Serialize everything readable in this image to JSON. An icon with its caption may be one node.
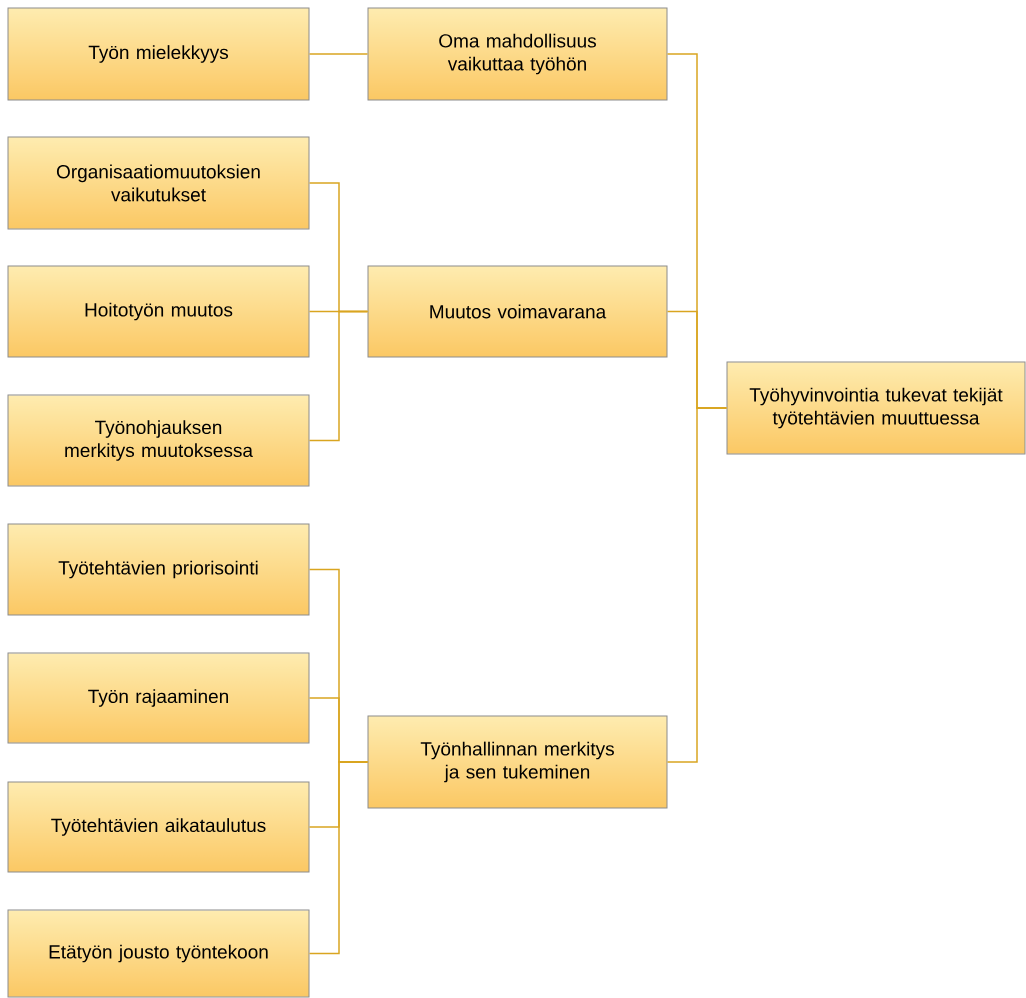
{
  "diagram": {
    "nodes": [
      {
        "text": [
          "Työn mielekkyys"
        ]
      },
      {
        "text": [
          "Organisaatiomuutoksien vaikutukset"
        ]
      },
      {
        "text": [
          "Hoitotyön muutos"
        ]
      },
      {
        "text": [
          "Työnohjauksen merkitys muutoksessa"
        ]
      },
      {
        "text": [
          "Työtehtävien priorisointi"
        ]
      },
      {
        "text": [
          "Työn rajaaminen"
        ]
      },
      {
        "text": [
          "Työtehtävien aikataulutus"
        ]
      },
      {
        "text": [
          "Etätyön jousto työntekoon"
        ]
      },
      {
        "text": [
          "Oma mahdollisuus vaikuttaa työhön"
        ]
      },
      {
        "text": [
          "Muutos voimavarana"
        ]
      },
      {
        "text": [
          "Työnhallinnan merkitys ja sen tukeminen"
        ]
      },
      {
        "text": [
          "Työhyvinvointia tukevat tekijät työtehtävien muuttuessa"
        ]
      }
    ],
    "edges": [
      {
        "from": 0,
        "to": 8,
        "arrow": "none"
      },
      {
        "from": 1,
        "to": 9,
        "arrow": "none"
      },
      {
        "from": 2,
        "to": 9,
        "arrow": "none"
      },
      {
        "from": 3,
        "to": 9,
        "arrow": "none"
      },
      {
        "from": 4,
        "to": 10,
        "arrow": "none"
      },
      {
        "from": 5,
        "to": 10,
        "arrow": "none"
      },
      {
        "from": 6,
        "to": 10,
        "arrow": "none"
      },
      {
        "from": 7,
        "to": 10,
        "arrow": "none"
      },
      {
        "from": 8,
        "to": 11,
        "arrow": "none"
      },
      {
        "from": 9,
        "to": 11,
        "arrow": "none"
      },
      {
        "from": 10,
        "to": 11,
        "arrow": "none"
      }
    ]
  }
}
